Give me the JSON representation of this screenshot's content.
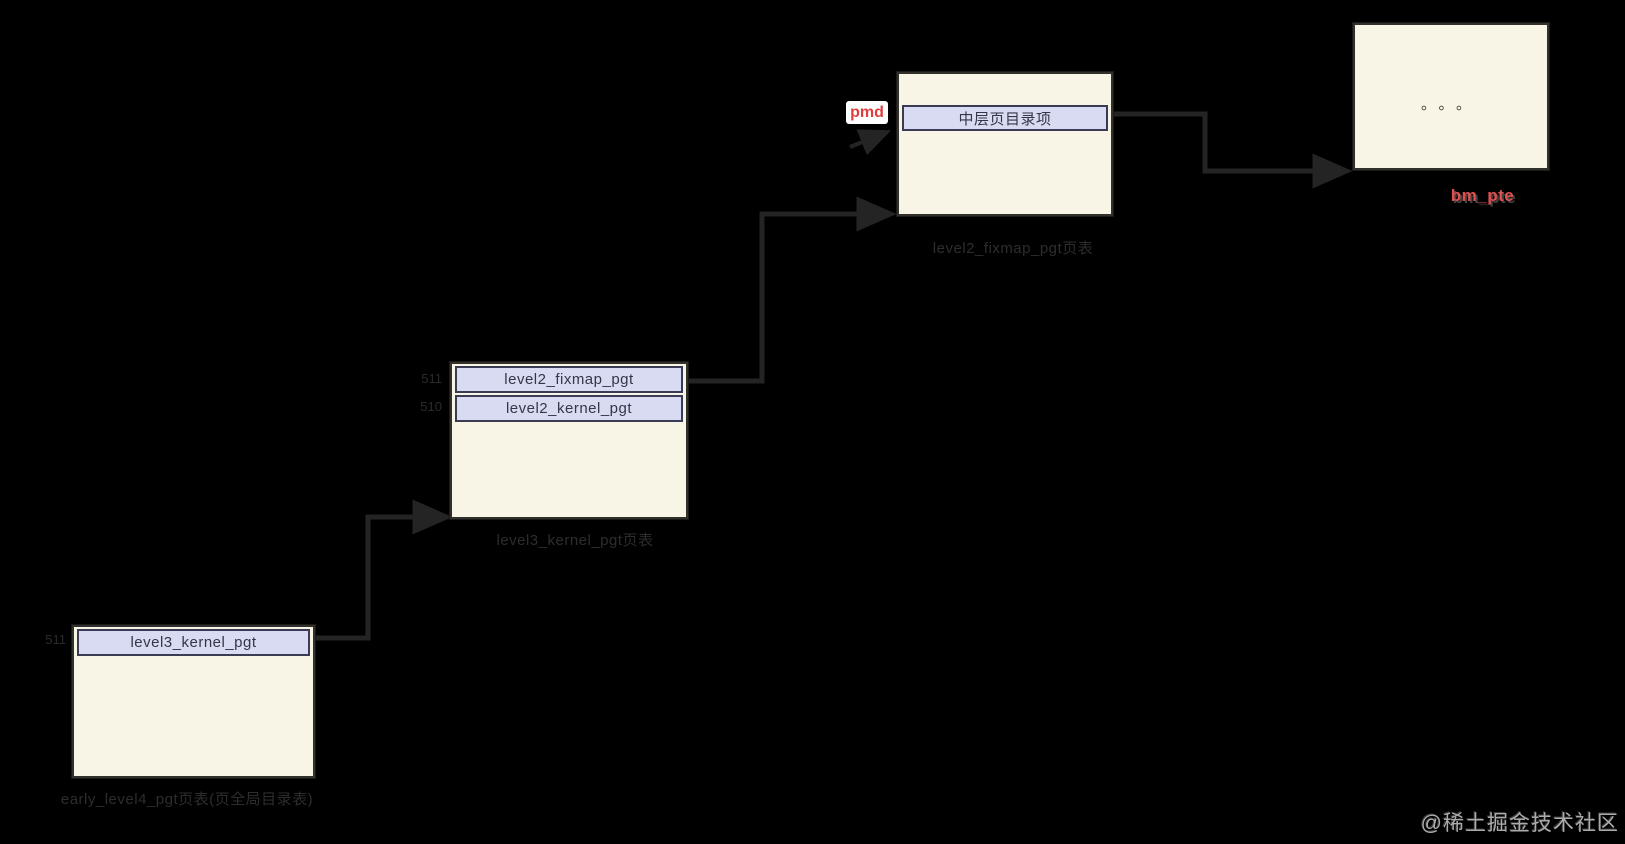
{
  "watermark": "@稀土掘金技术社区",
  "colors": {
    "background": "#000000",
    "box_fill": "#F8F5E6",
    "box_border": "#32302B",
    "row_fill": "#D8DBF2",
    "row_border": "#3A3C55",
    "row_text": "#35364A",
    "caption_text": "#2D2D2D",
    "connector": "#242424",
    "red_accent": "#E14F4F",
    "watermark_text": "#ABABAB"
  },
  "pgd_table": {
    "entry_label": "level3_kernel_pgt",
    "entry_index": "511",
    "caption": "early_level4_pgt页表(页全局目录表)"
  },
  "pud_table": {
    "rows": [
      {
        "label": "level2_fixmap_pgt",
        "index": "511"
      },
      {
        "label": "level2_kernel_pgt",
        "index": "510"
      }
    ],
    "caption": "level3_kernel_pgt页表"
  },
  "pmd_table": {
    "entry_label": "中层页目录项",
    "pointer_label": "pmd",
    "caption": "level2_fixmap_pgt页表"
  },
  "pte_table": {
    "content": "。。。",
    "label": "bm_pte"
  }
}
